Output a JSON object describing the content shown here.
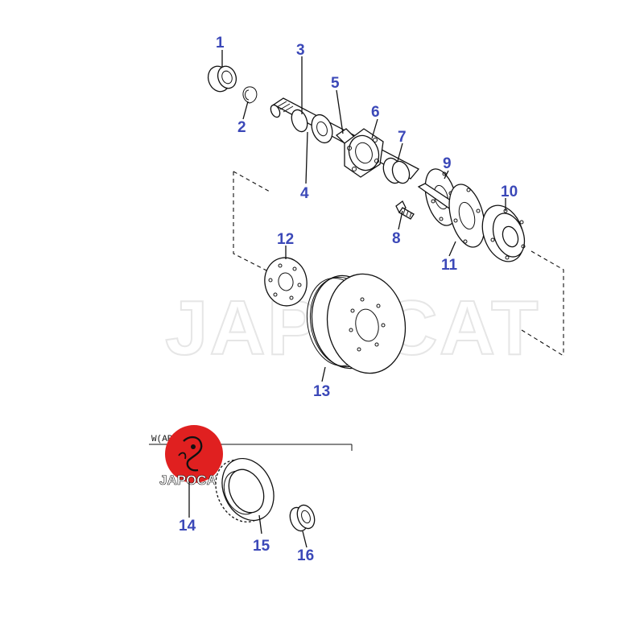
{
  "watermark": {
    "text": "JAPOCAT"
  },
  "logo": {
    "text": "JAPOCAT",
    "color": "#e02020"
  },
  "variant_label": {
    "text": "W(AB"
  },
  "callout_color": "#3b48b8",
  "callouts": {
    "c1": "1",
    "c2": "2",
    "c3": "3",
    "c4": "4",
    "c5": "5",
    "c6": "6",
    "c7": "7",
    "c8": "8",
    "c9": "9",
    "c10": "10",
    "c11": "11",
    "c12": "12",
    "c13": "13",
    "c14": "14",
    "c15": "15",
    "c16": "16"
  }
}
